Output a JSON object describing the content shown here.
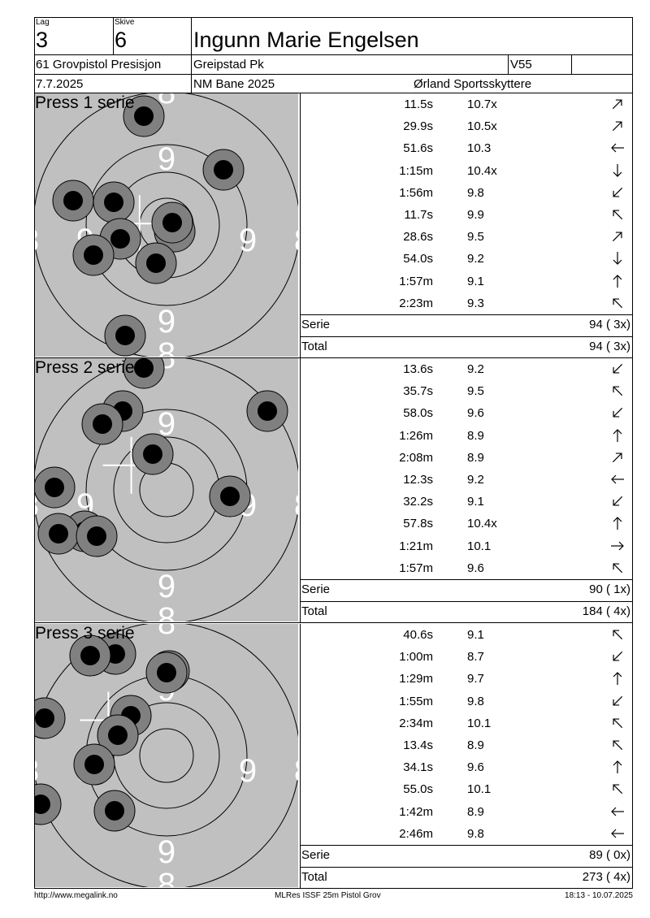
{
  "header": {
    "lag_label": "Lag",
    "lag_value": "3",
    "skive_label": "Skive",
    "skive_value": "6",
    "shooter_name": "Ingunn Marie Engelsen",
    "class_name": "61 Grovpistol Presisjon",
    "club": "Greipstad Pk",
    "age_class": "V55",
    "date": "7.7.2025",
    "event": "NM Bane 2025",
    "organizer": "Ørland Sportsskyttere"
  },
  "ring_labels": {
    "nine": "9",
    "eight": "8"
  },
  "series": [
    {
      "title": "Press 1 serie",
      "shots": [
        {
          "time": "11.5s",
          "value": "10.7x",
          "direction": "up-right",
          "x": -0.28,
          "y": -1.34
        },
        {
          "time": "29.9s",
          "value": "10.5x",
          "direction": "up-right",
          "x": 0.7,
          "y": -0.68
        },
        {
          "time": "51.6s",
          "value": "10.3",
          "direction": "left",
          "x": -1.15,
          "y": -0.3
        },
        {
          "time": "1:15m",
          "value": "10.4x",
          "direction": "down",
          "x": -0.65,
          "y": -0.28
        },
        {
          "time": "1:56m",
          "value": "9.8",
          "direction": "down-left",
          "x": 0.1,
          "y": 0.08
        },
        {
          "time": "11.7s",
          "value": "9.9",
          "direction": "up-left",
          "x": 0.07,
          "y": -0.03
        },
        {
          "time": "28.6s",
          "value": "9.5",
          "direction": "up-right",
          "x": -0.57,
          "y": 0.17
        },
        {
          "time": "54.0s",
          "value": "9.2",
          "direction": "down",
          "x": -0.9,
          "y": 0.37
        },
        {
          "time": "1:57m",
          "value": "9.1",
          "direction": "up",
          "x": -0.13,
          "y": 0.47
        },
        {
          "time": "2:23m",
          "value": "9.3",
          "direction": "up-left",
          "x": -0.51,
          "y": 1.36
        }
      ],
      "serie_label": "Serie",
      "serie_total": "94 ( 3x)",
      "total_label": "Total",
      "running_total": "94 ( 3x)"
    },
    {
      "title": "Press 2 serie",
      "shots": [
        {
          "time": "13.6s",
          "value": "9.2",
          "direction": "down-left",
          "x": -0.28,
          "y": -1.5
        },
        {
          "time": "35.7s",
          "value": "9.5",
          "direction": "up-left",
          "x": 1.24,
          "y": -0.97
        },
        {
          "time": "58.0s",
          "value": "9.6",
          "direction": "down-left",
          "x": -0.54,
          "y": -0.97
        },
        {
          "time": "1:26m",
          "value": "8.9",
          "direction": "up",
          "x": -0.79,
          "y": -0.81
        },
        {
          "time": "2:08m",
          "value": "8.9",
          "direction": "up-right",
          "x": -0.17,
          "y": -0.44
        },
        {
          "time": "12.3s",
          "value": "9.2",
          "direction": "left",
          "x": 0.78,
          "y": 0.08
        },
        {
          "time": "32.2s",
          "value": "9.1",
          "direction": "down-left",
          "x": -1.38,
          "y": -0.03
        },
        {
          "time": "57.8s",
          "value": "10.4x",
          "direction": "up",
          "x": -1.01,
          "y": 0.51
        },
        {
          "time": "1:21m",
          "value": "10.1",
          "direction": "right",
          "x": -1.33,
          "y": 0.54
        },
        {
          "time": "1:57m",
          "value": "9.6",
          "direction": "up-left",
          "x": -0.86,
          "y": 0.57
        }
      ],
      "serie_label": "Serie",
      "serie_total": "90 ( 1x)",
      "total_label": "Total",
      "running_total": "184 ( 4x)"
    },
    {
      "title": "Press 3 serie",
      "shots": [
        {
          "time": "40.6s",
          "value": "9.1",
          "direction": "up-left",
          "x": -0.63,
          "y": -1.25
        },
        {
          "time": "1:00m",
          "value": "8.7",
          "direction": "down-left",
          "x": -0.94,
          "y": -1.23
        },
        {
          "time": "1:29m",
          "value": "9.7",
          "direction": "up",
          "x": 0.03,
          "y": -1.04
        },
        {
          "time": "1:55m",
          "value": "9.8",
          "direction": "down-left",
          "x": 0.0,
          "y": -1.02
        },
        {
          "time": "2:34m",
          "value": "10.1",
          "direction": "up-left",
          "x": -0.44,
          "y": -0.49
        },
        {
          "time": "13.4s",
          "value": "8.9",
          "direction": "up-left",
          "x": -0.6,
          "y": -0.25
        },
        {
          "time": "34.1s",
          "value": "9.6",
          "direction": "up",
          "x": -1.5,
          "y": -0.46
        },
        {
          "time": "55.0s",
          "value": "10.1",
          "direction": "up-left",
          "x": -0.89,
          "y": 0.11
        },
        {
          "time": "1:42m",
          "value": "8.9",
          "direction": "left",
          "x": -1.55,
          "y": 0.6
        },
        {
          "time": "2:46m",
          "value": "9.8",
          "direction": "left",
          "x": -0.64,
          "y": 0.68
        }
      ],
      "serie_label": "Serie",
      "serie_total": "89 ( 0x)",
      "total_label": "Total",
      "running_total": "273 ( 4x)"
    }
  ],
  "footer": {
    "url": "http://www.megalink.no",
    "program": "MLRes ISSF 25m Pistol Grov",
    "timestamp": "18:13 - 10.07.2025"
  },
  "colors": {
    "target_bg": "#c0c0c0",
    "hole_ring": "#808080",
    "hole_center": "#000000",
    "ring_label": "#ffffff"
  }
}
